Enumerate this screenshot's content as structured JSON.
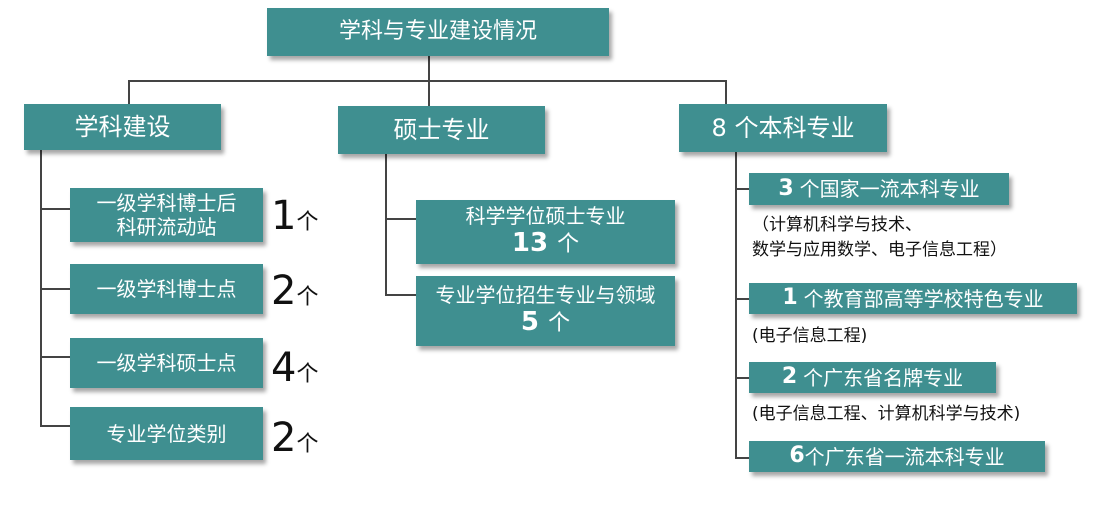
{
  "root": {
    "title": "学科与专业建设情况"
  },
  "branches": {
    "discipline": {
      "title": "学科建设",
      "items": [
        {
          "line1": "一级学科博士后",
          "line2": "科研流动站",
          "count": "1",
          "unit": "个"
        },
        {
          "line1": "一级学科博士点",
          "count": "2",
          "unit": "个"
        },
        {
          "line1": "一级学科硕士点",
          "count": "4",
          "unit": "个"
        },
        {
          "line1": "专业学位类别",
          "count": "2",
          "unit": "个"
        }
      ]
    },
    "master": {
      "title": "硕士专业",
      "items": [
        {
          "label": "科学学位硕士专业",
          "count": "13",
          "unit": "个"
        },
        {
          "label": "专业学位招生专业与领域",
          "count": "5",
          "unit": "个"
        }
      ]
    },
    "undergrad": {
      "title": "8 个本科专业",
      "items": [
        {
          "count": "3",
          "label": "个国家一流本科专业",
          "note1": "（计算机科学与技术、",
          "note2": "数学与应用数学、电子信息工程）"
        },
        {
          "count": "1",
          "label": "个教育部高等学校特色专业",
          "note1": "(电子信息工程)"
        },
        {
          "count": "2",
          "label": "个广东省名牌专业",
          "note1": "(电子信息工程、计算机科学与技术)"
        },
        {
          "count": "6",
          "label": "个广东省一流本科专业"
        }
      ]
    }
  }
}
